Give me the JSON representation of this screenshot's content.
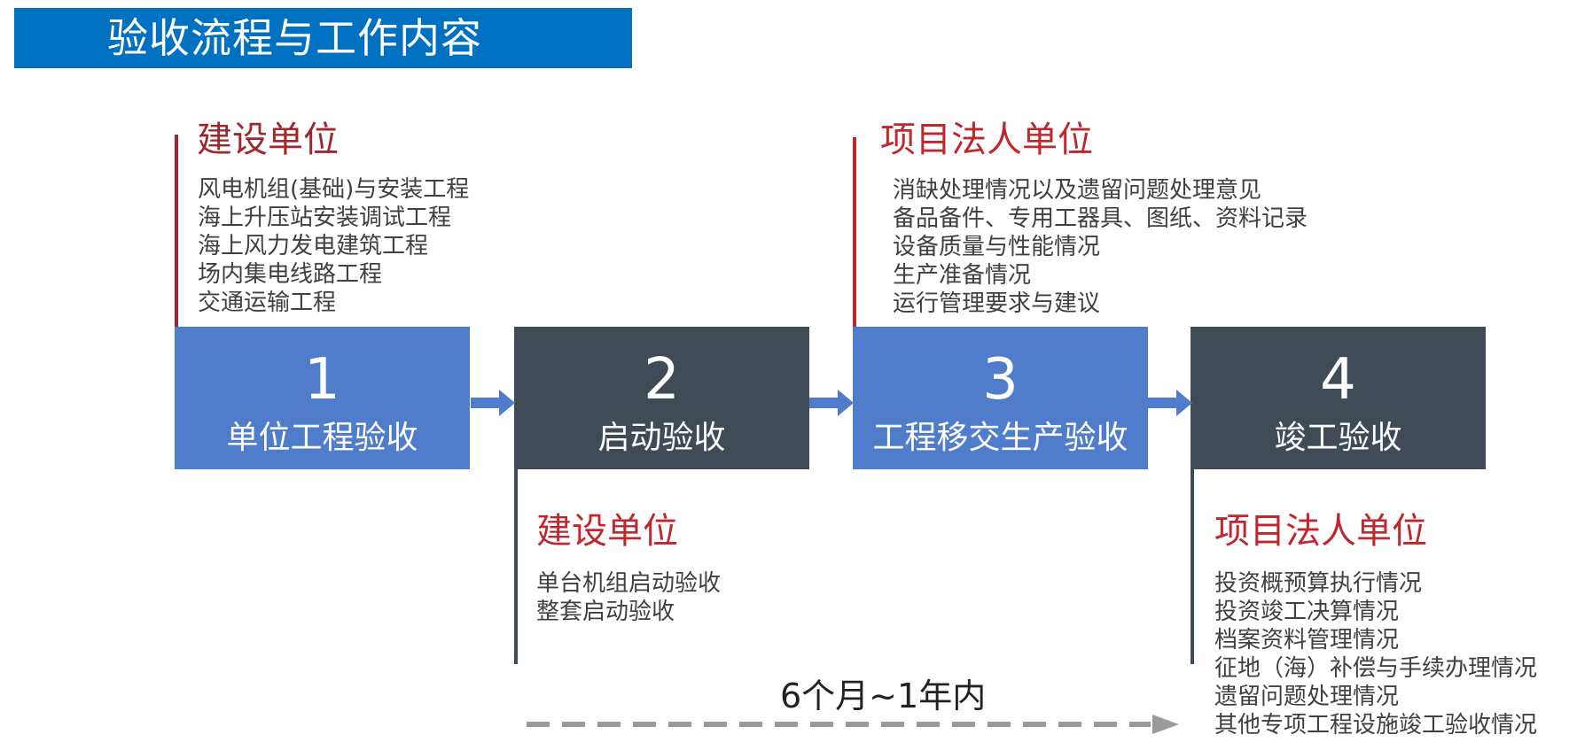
{
  "title": "验收流程与工作内容",
  "stages": [
    {
      "number": "1",
      "label": "单位工程验收"
    },
    {
      "number": "2",
      "label": "启动验收"
    },
    {
      "number": "3",
      "label": "工程移交生产验收"
    },
    {
      "number": "4",
      "label": "竣工验收"
    }
  ],
  "annotations": [
    {
      "heading": "建设单位",
      "items": [
        "风电机组(基础)与安装工程",
        "海上升压站安装调试工程",
        "海上风力发电建筑工程",
        "场内集电线路工程",
        "交通运输工程"
      ]
    },
    {
      "heading": "建设单位",
      "items": [
        "单台机组启动验收",
        "整套启动验收"
      ]
    },
    {
      "heading": "项目法人单位",
      "items": [
        "消缺处理情况以及遗留问题处理意见",
        "备品备件、专用工器具、图纸、资料记录",
        "设备质量与性能情况",
        "生产准备情况",
        "运行管理要求与建议"
      ]
    },
    {
      "heading": "项目法人单位",
      "items": [
        "投资概预算执行情况",
        "投资竣工决算情况",
        "档案资料管理情况",
        "征地（海）补偿与手续办理情况",
        "遗留问题处理情况",
        "其他专项工程设施竣工验收情况"
      ]
    }
  ],
  "timeline_label": "6个月~1年内",
  "colors": {
    "title_bg": "#0070c0",
    "blue_box": "#4f7ccb",
    "dark_box": "#404b55",
    "heading_red": "#c0272d",
    "arrow": "#4f7ccb",
    "timeline": "#9a9a9a"
  }
}
